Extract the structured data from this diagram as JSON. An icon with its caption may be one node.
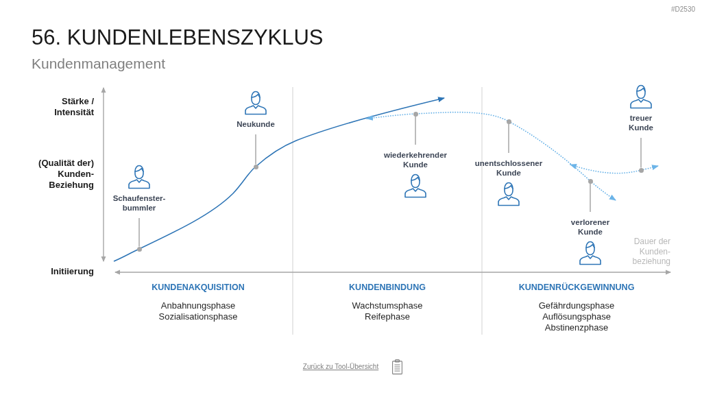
{
  "diagram": {
    "title": "56. KUNDENLEBENSZYKLUS",
    "nodes": [
      {
        "text": [
          "Schaufenster- bummler"
        ]
      },
      {
        "text": [
          "Neukunde"
        ]
      },
      {
        "text": [
          "wiederkehrender Kunde"
        ]
      },
      {
        "text": [
          "unentschlossener Kunde"
        ]
      },
      {
        "text": [
          "verlorener Kunde"
        ]
      },
      {
        "text": [
          "treuer Kunde"
        ]
      },
      {
        "text": [],
        "shape": "circle"
      },
      {
        "text": [],
        "shape": "circle"
      },
      {
        "text": [],
        "shape": "circle"
      },
      {
        "text": [],
        "shape": "circle"
      },
      {
        "text": [],
        "shape": "circle"
      },
      {
        "text": [],
        "shape": "circle"
      }
    ],
    "edges": [
      {
        "from": 0,
        "to": 6,
        "arrow": "none"
      },
      {
        "from": 1,
        "to": 7,
        "arrow": "none"
      },
      {
        "from": 2,
        "to": 8,
        "arrow": "none"
      },
      {
        "from": 3,
        "to": 9,
        "arrow": "none"
      },
      {
        "from": 4,
        "to": 10,
        "arrow": "none"
      },
      {
        "from": 5,
        "to": 11,
        "arrow": "none"
      }
    ],
    "labels": [
      "#D2530",
      "Kundenmanagement",
      "Stärke / Intensität",
      "(Qualität der) Kunden- Beziehung",
      "Dauer der Kunden- beziehung",
      "Initiierung",
      "KUNDENAKQUISITION",
      "Anbahnungsphase",
      "Sozialisationsphase",
      "KUNDENBINDUNG",
      "Wachstumsphase",
      "Reifephase",
      "KUNDENRÜCKGEWINNUNG",
      "Gefährdungsphase",
      "Auflösungsphase",
      "Abstinenzphase",
      "Zurück zu Tool-Übersicht"
    ]
  }
}
